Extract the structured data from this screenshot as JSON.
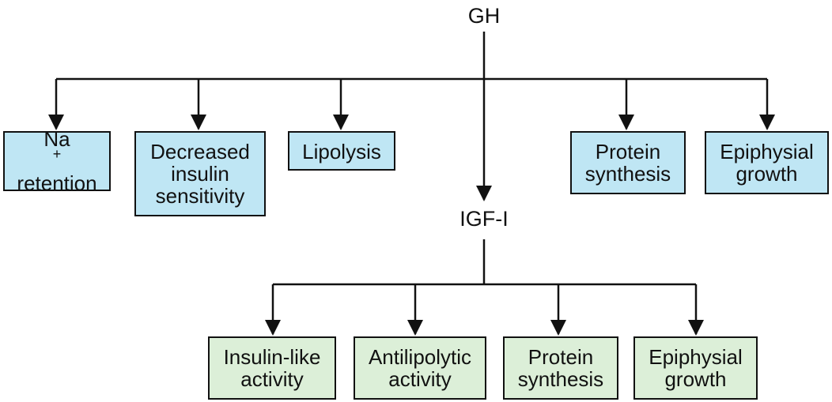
{
  "root": {
    "label": "GH"
  },
  "intermediate": {
    "label": "IGF-I"
  },
  "gh_effects": [
    {
      "lines": [
        "Na",
        "retention"
      ],
      "superscript": "+"
    },
    {
      "lines": [
        "Decreased",
        "insulin",
        "sensitivity"
      ]
    },
    {
      "lines": [
        "Lipolysis"
      ]
    },
    {
      "lines": [
        "Protein",
        "synthesis"
      ]
    },
    {
      "lines": [
        "Epiphysial",
        "growth"
      ]
    }
  ],
  "igf_effects": [
    {
      "lines": [
        "Insulin-like",
        "activity"
      ]
    },
    {
      "lines": [
        "Antilipolytic",
        "activity"
      ]
    },
    {
      "lines": [
        "Protein",
        "synthesis"
      ]
    },
    {
      "lines": [
        "Epiphysial",
        "growth"
      ]
    }
  ],
  "colors": {
    "gh_effect_fill": "#bfe6f4",
    "igf_effect_fill": "#dcefd8",
    "line": "#111111"
  }
}
